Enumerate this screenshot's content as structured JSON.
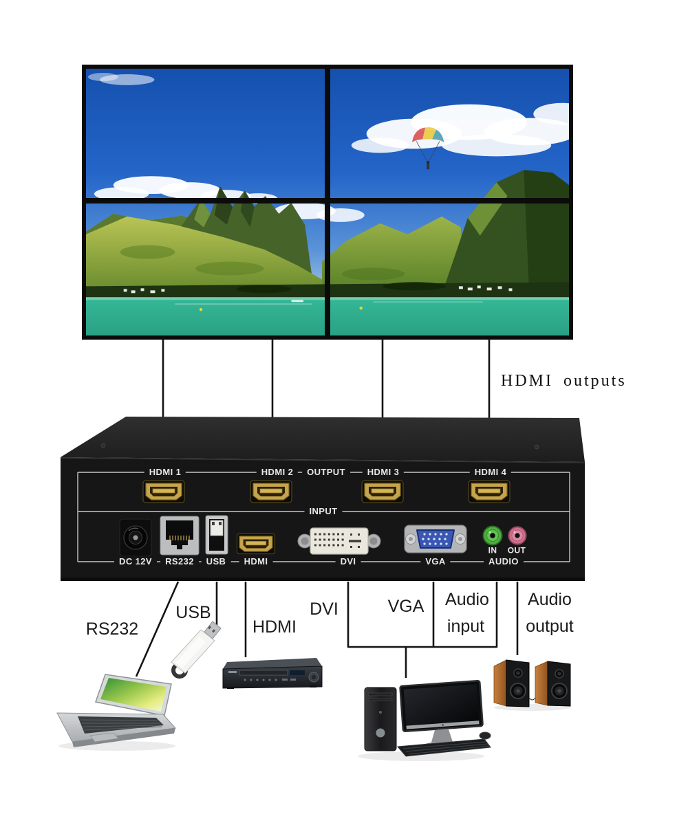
{
  "annotations": {
    "hdmi_outputs": "HDMI outputs",
    "rs232": "RS232",
    "usb": "USB",
    "hdmi": "HDMI",
    "dvi": "DVI",
    "vga": "VGA",
    "audio_input_line1": "Audio",
    "audio_input_line2": "input",
    "audio_output_line1": "Audio",
    "audio_output_line2": "output"
  },
  "device": {
    "output_ports": {
      "hdmi1": "HDMI 1",
      "hdmi2": "HDMI 2",
      "section": "OUTPUT",
      "hdmi3": "HDMI 3",
      "hdmi4": "HDMI 4"
    },
    "input_section": "INPUT",
    "input_ports": {
      "dc": "DC 12V",
      "rs232": "RS232",
      "usb": "USB",
      "hdmi": "HDMI",
      "dvi": "DVI",
      "vga": "VGA",
      "audio": "AUDIO",
      "audio_in": "IN",
      "audio_out": "OUT"
    }
  },
  "colors": {
    "hdmi_port_gold": "#c7a44b",
    "vga_blue": "#3a57b4",
    "audio_in_green": "#4fae41",
    "audio_out_pink": "#cf6f8c",
    "sky_blue": "#1e5ec4",
    "water_teal": "#2fae90",
    "device_black": "#161616"
  }
}
